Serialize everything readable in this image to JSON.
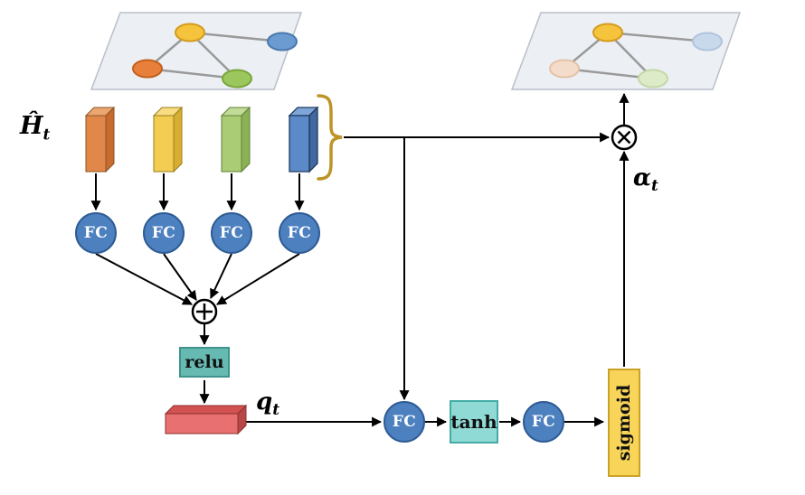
{
  "labels": {
    "h_hat": "Ĥ",
    "h_hat_sub": "t",
    "q": "q",
    "q_sub": "t",
    "alpha": "α",
    "alpha_sub": "t"
  },
  "blocks": {
    "fc": "FC",
    "relu": "relu",
    "tanh": "tanh",
    "sigmoid": "sigmoid"
  },
  "icons": {
    "sum": "⊕",
    "product": "⊗"
  },
  "colors": {
    "bar_orange": "#E2874A",
    "bar_yellow": "#F3CD52",
    "bar_green": "#A9CC74",
    "bar_blue": "#5C8AC8",
    "bar_red": "#E97070",
    "fc_circle": "#4C80BF",
    "relu_box": "#67BAB2",
    "tanh_box": "#90DAD5",
    "sigmoid_box": "#F8D458",
    "brace": "#BD9427",
    "node_yellow": "#F6C33D",
    "node_blue": "#6C9BD2",
    "node_orange": "#E8803C",
    "node_green": "#9CC75C",
    "node_blue_faded": "#C9D9EC",
    "node_orange_faded": "#F4DCCB",
    "node_green_faded": "#DDEBC9"
  }
}
